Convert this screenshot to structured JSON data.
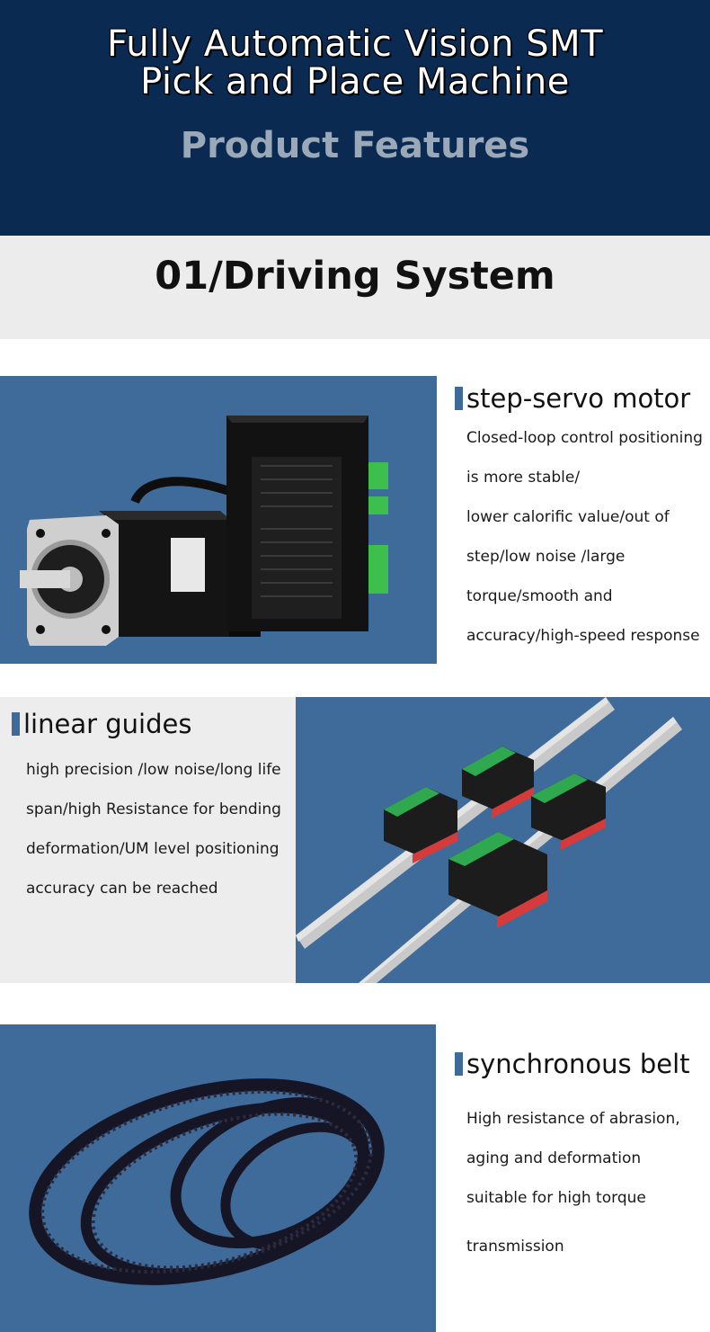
{
  "header": {
    "title_line1": "Fully Automatic Vision SMT",
    "title_line2": "Pick and Place Machine",
    "subtitle": "Product Features"
  },
  "section": {
    "title": "01/Driving System"
  },
  "features": [
    {
      "title": "step-servo motor",
      "lines": [
        "Closed-loop control positioning",
        "is more stable/",
        "lower calorific value/out of",
        "step/low noise /large",
        "torque/smooth and",
        "accuracy/high-speed response"
      ]
    },
    {
      "title": "linear guides",
      "lines": [
        "high precision /low noise/long life",
        "span/high Resistance for  bending",
        "deformation/UM level positioning",
        "accuracy can be reached"
      ]
    },
    {
      "title": "synchronous belt",
      "lines": [
        "High resistance of abrasion,",
        "aging and deformation",
        "suitable for high torque",
        "transmission"
      ]
    }
  ],
  "colors": {
    "header_bg": "#0b2a52",
    "panel_blue": "#3f6b9b",
    "band_grey": "#ececec"
  }
}
